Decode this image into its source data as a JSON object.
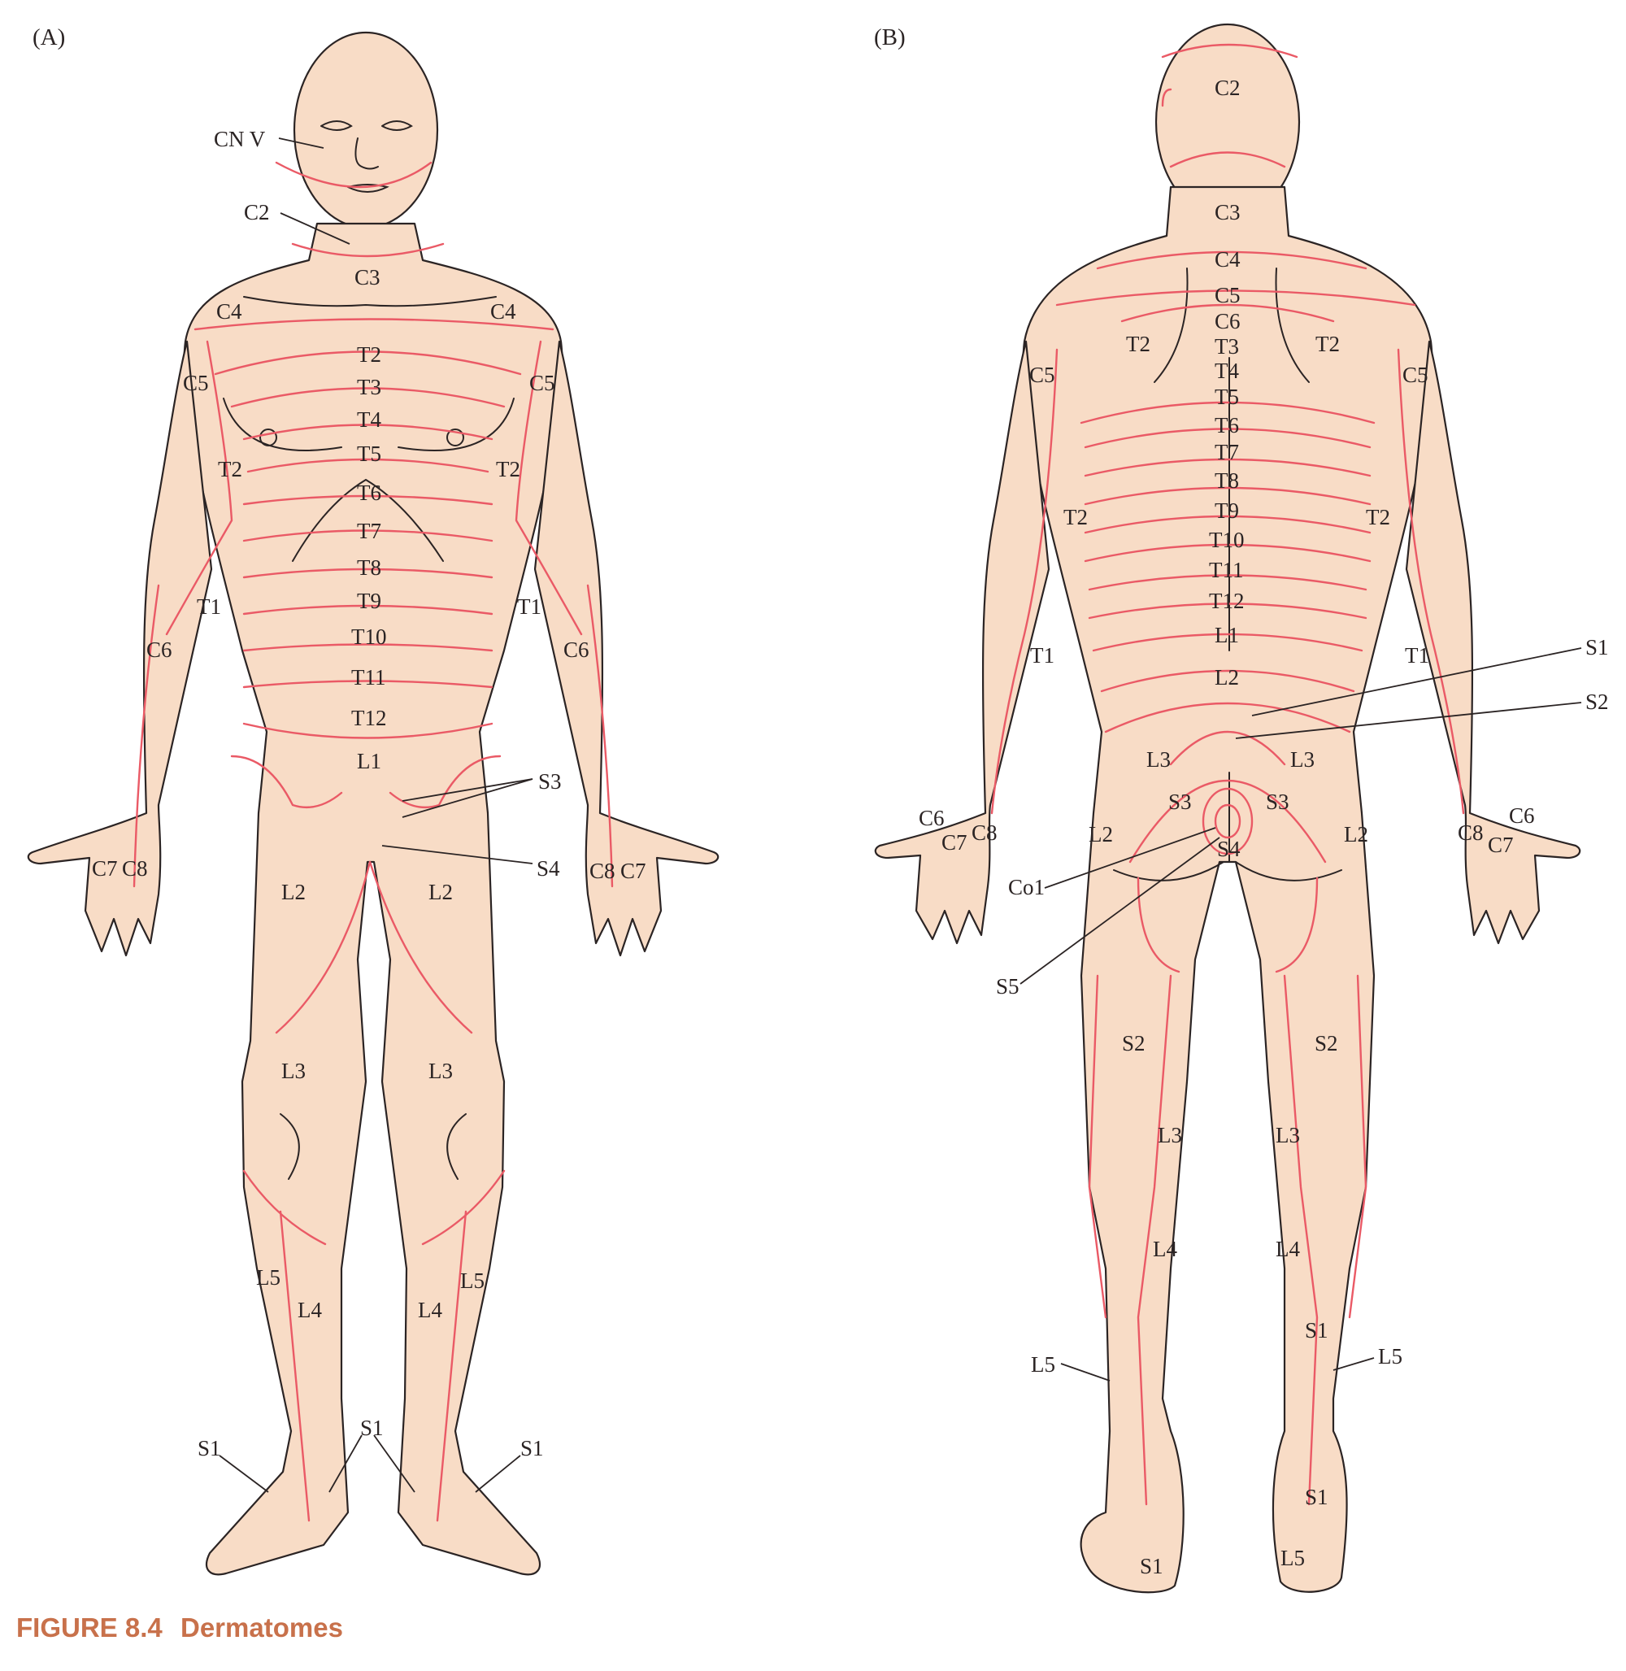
{
  "panels": {
    "front": {
      "label": "(A)",
      "dermatome_labels": [
        "CN V",
        "C2",
        "C3",
        "C4",
        "C4",
        "T2",
        "C5",
        "C5",
        "T3",
        "T4",
        "T5",
        "T2",
        "T2",
        "T6",
        "T7",
        "T8",
        "T9",
        "T1",
        "T1",
        "T10",
        "C6",
        "C6",
        "T11",
        "T12",
        "L1",
        "S3",
        "C7",
        "C8",
        "S4",
        "C8",
        "C7",
        "L2",
        "L2",
        "L3",
        "L3",
        "L5",
        "L5",
        "L4",
        "L4",
        "S1",
        "S1",
        "S1"
      ]
    },
    "back": {
      "label": "(B)",
      "dermatome_labels": [
        "C2",
        "C3",
        "C4",
        "C5",
        "C6",
        "T2",
        "T3",
        "T2",
        "C5",
        "T4",
        "C5",
        "T5",
        "T6",
        "T7",
        "T8",
        "T9",
        "T2",
        "T2",
        "T10",
        "T11",
        "T12",
        "L1",
        "S1",
        "T1",
        "T1",
        "L2",
        "S2",
        "L3",
        "L3",
        "S3",
        "S3",
        "C6",
        "C6",
        "C7",
        "C8",
        "L2",
        "L2",
        "C8",
        "C7",
        "S4",
        "Co1",
        "S5",
        "S2",
        "S2",
        "L3",
        "L3",
        "L4",
        "L4",
        "S1",
        "L5",
        "L5",
        "S1",
        "S1",
        "L5"
      ]
    }
  },
  "caption": {
    "figure_number": "FIGURE 8.4",
    "title": "Dermatomes"
  },
  "colors": {
    "skin": "#f8dcc6",
    "dermatome_line": "#ea5a66",
    "outline": "#2b2424",
    "caption": "#c8714b"
  }
}
